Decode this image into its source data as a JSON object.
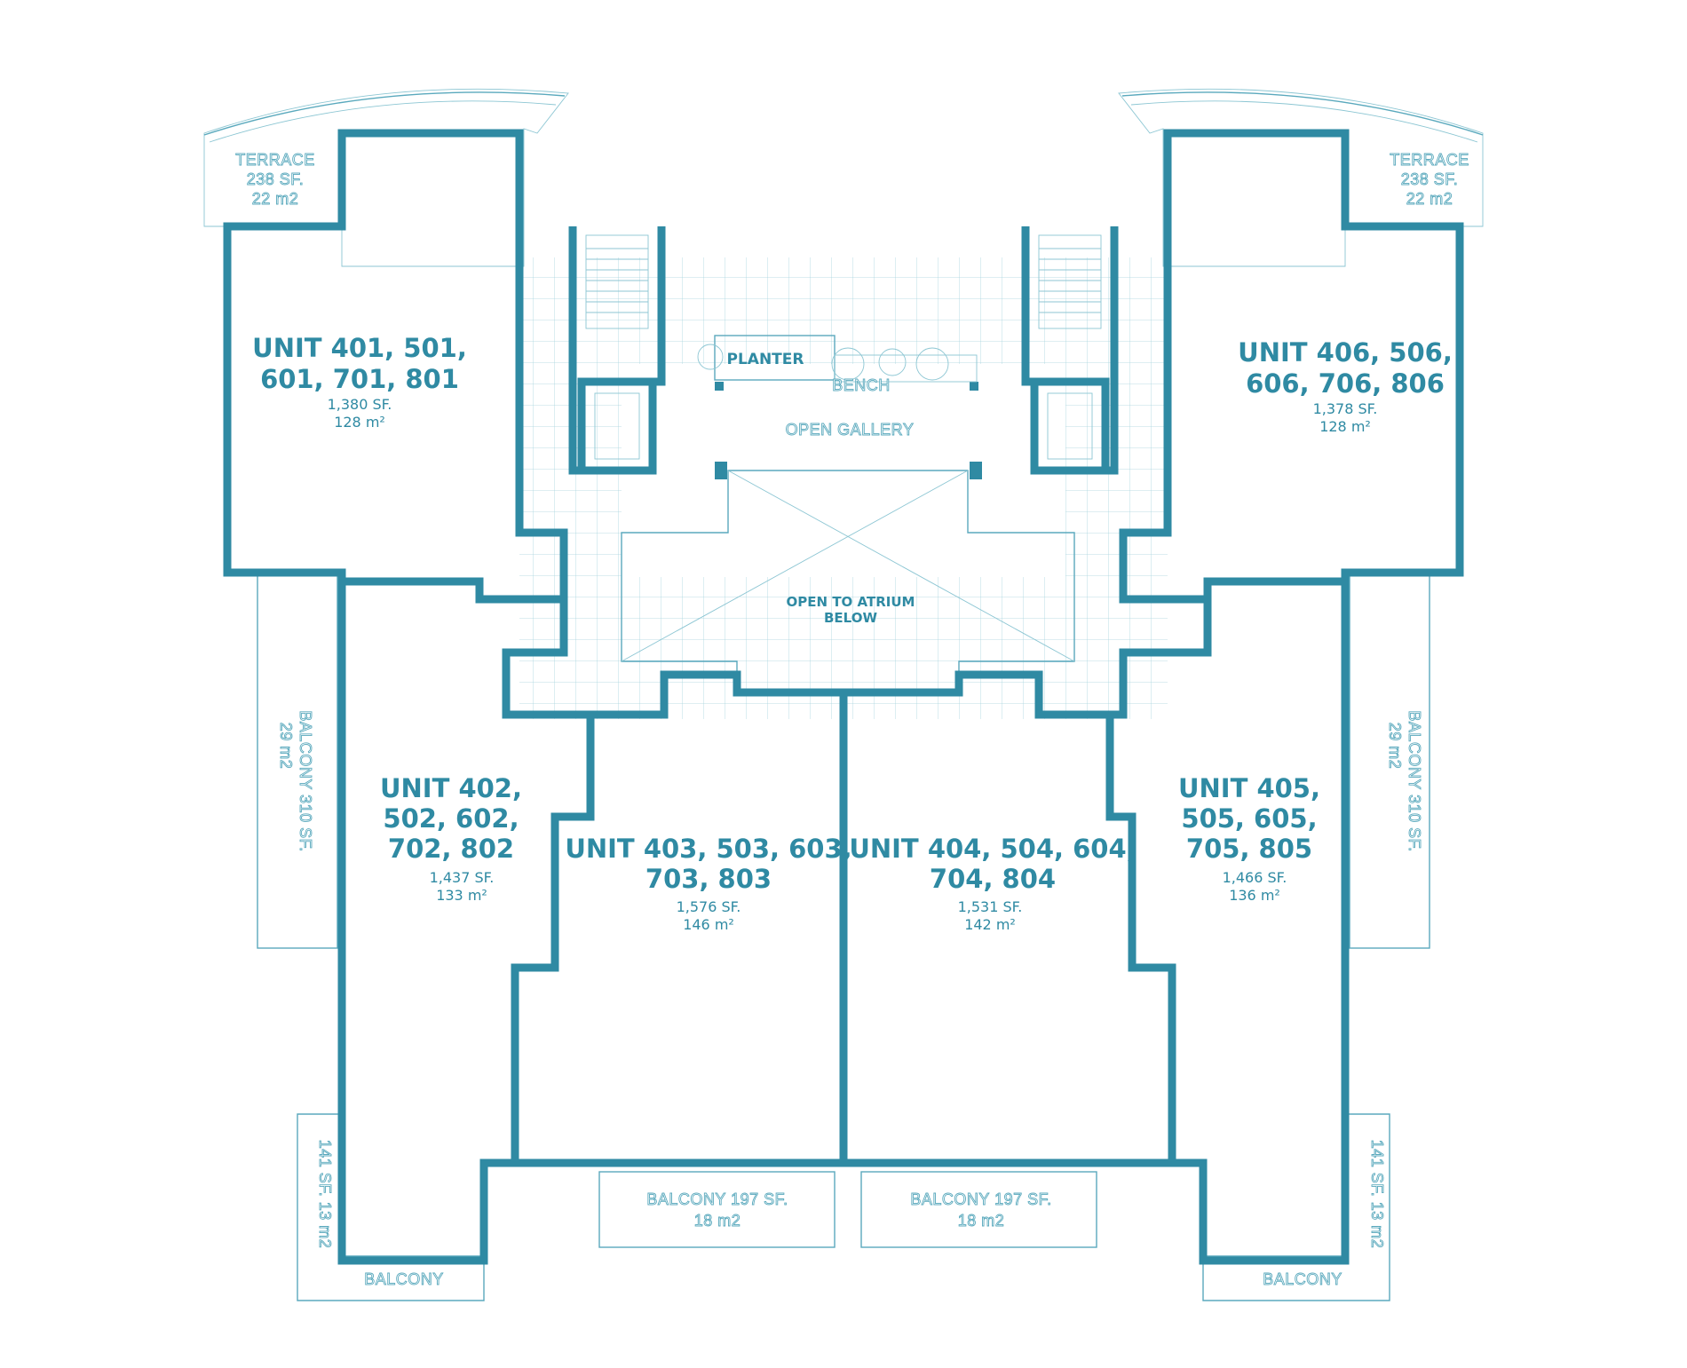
{
  "units": [
    {
      "id": "unit-a",
      "title_lines": [
        "UNIT 401, 501,",
        "601, 701, 801"
      ],
      "sf": "1,380 SF.",
      "m2": "128 m²"
    },
    {
      "id": "unit-b",
      "title_lines": [
        "UNIT 402,",
        "502, 602,",
        "702, 802"
      ],
      "sf": "1,437 SF.",
      "m2": "133 m²"
    },
    {
      "id": "unit-c",
      "title_lines": [
        "UNIT 403, 503, 603,",
        "703, 803"
      ],
      "sf": "1,576 SF.",
      "m2": "146 m²"
    },
    {
      "id": "unit-d",
      "title_lines": [
        "UNIT 404, 504, 604,",
        "704, 804"
      ],
      "sf": "1,531 SF.",
      "m2": "142 m²"
    },
    {
      "id": "unit-e",
      "title_lines": [
        "UNIT 405,",
        "505, 605,",
        "705, 805"
      ],
      "sf": "1,466 SF.",
      "m2": "136 m²"
    },
    {
      "id": "unit-f",
      "title_lines": [
        "UNIT 406, 506,",
        "606, 706, 806"
      ],
      "sf": "1,378 SF.",
      "m2": "128 m²"
    }
  ],
  "outdoor": {
    "terrace_left": [
      "TERRACE",
      "238 SF.",
      "22 m2"
    ],
    "terrace_right": [
      "TERRACE",
      "238 SF.",
      "22 m2"
    ],
    "balcony_left_side": [
      "BALCONY 310 SF.",
      "29 m2"
    ],
    "balcony_right_side": [
      "BALCONY 310 SF.",
      "29 m2"
    ],
    "balcony_left_small": "141 SF. 13 m2",
    "balcony_right_small": "141 SF. 13 m2",
    "balcony_left_bottom": "BALCONY",
    "balcony_right_bottom": "BALCONY",
    "balcony_center_left": [
      "BALCONY 197 SF.",
      "18 m2"
    ],
    "balcony_center_right": [
      "BALCONY 197 SF.",
      "18 m2"
    ]
  },
  "common": {
    "planter": "PLANTER",
    "bench": "BENCH",
    "gallery": "OPEN GALLERY",
    "atrium": [
      "OPEN TO ATRIUM",
      "BELOW"
    ]
  },
  "colors": {
    "wall": "#2f8aa3",
    "linework": "#8cc6d3",
    "background": "#ffffff"
  }
}
